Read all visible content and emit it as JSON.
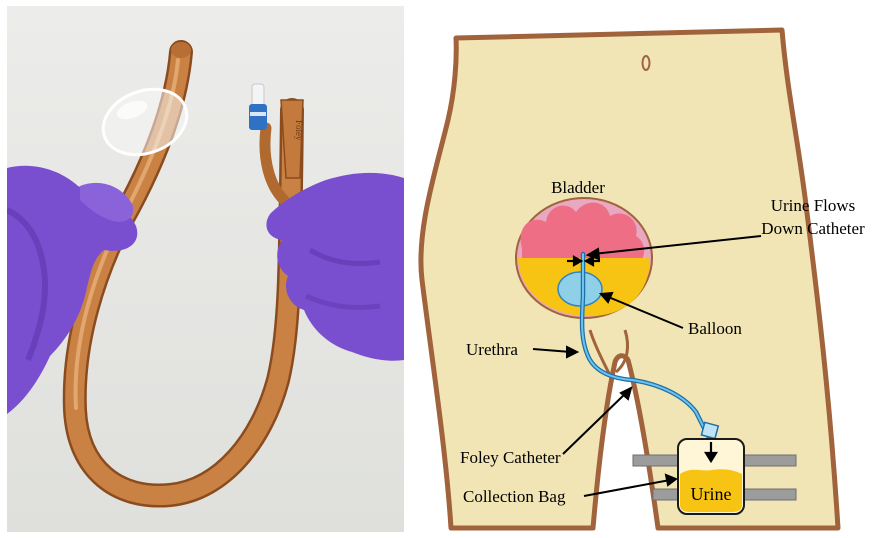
{
  "photo": {
    "catheter_print": "Foley"
  },
  "diagram": {
    "labels": {
      "bladder": "Bladder",
      "urine_flows_line1": "Urine Flows",
      "urine_flows_line2": "Down Catheter",
      "balloon": "Balloon",
      "urethra": "Urethra",
      "foley_catheter": "Foley Catheter",
      "collection_bag": "Collection Bag",
      "urine": "Urine"
    }
  },
  "colors": {
    "skin": "#f2e5b5",
    "body_outline": "#a0633c",
    "bladder_fill": "#e8a8c0",
    "bladder_tissue": "#ee6e86",
    "urine": "#f8c414",
    "balloon": "#8fd0e8",
    "tube": "#4ba6dc",
    "leg_strap": "#9c9c9c",
    "glove": "#7a4fcf",
    "catheter": "#c98243",
    "photo_bg": "#e9eae6"
  }
}
